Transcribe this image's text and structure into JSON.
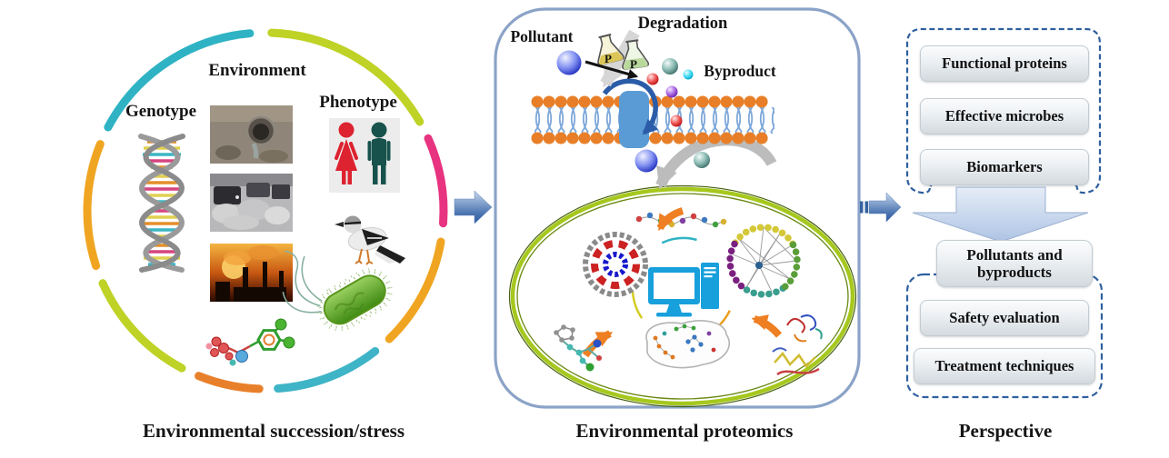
{
  "captions": {
    "left": "Environmental succession/stress",
    "middle": "Environmental proteomics",
    "right": "Perspective"
  },
  "left_circle": {
    "environment": "Environment",
    "genotype": "Genotype",
    "phenotype": "Phenotype"
  },
  "middle_box": {
    "pollutant": "Pollutant",
    "degradation": "Degradation",
    "byproduct": "Byproduct",
    "flasks": [
      "P",
      "P"
    ]
  },
  "right_panel": {
    "outcomes": [
      "Functional proteins",
      "Effective microbes",
      "Biomarkers"
    ],
    "pollutants_byproducts": "Pollutants and byproducts",
    "applications": [
      "Safety evaluation",
      "Treatment techniques"
    ]
  },
  "icons": {
    "dna-icon": "double helix",
    "people-icon": "woman and man silhouettes",
    "bird-icon": "shrike bird",
    "bacteria-icon": "rod bacterium with flagella",
    "molecule-icon": "chemical ball-and-stick structure",
    "flask-icon": "erlenmeyer flask",
    "membrane-icon": "lipid bilayer with channel protein",
    "computer-icon": "desktop computer",
    "genome-map-icon": "circular genome map",
    "network-icon": "correlation network",
    "pathway-icon": "metabolic pathway map",
    "protein-icon": "protein structures"
  },
  "palette": {
    "arc_teal": "#2fb3c4",
    "arc_green": "#bfd226",
    "arc_amber": "#f0a522",
    "arc_orange": "#e8802b",
    "arc_magenta": "#e73380",
    "box_border": "#8ba3c7",
    "dashed_border": "#2f5f9e",
    "membrane_orange": "#e87f28",
    "channel_blue": "#5b9bd5",
    "cell_green": "#a6c81e",
    "arrow_blue": "#3a68a8",
    "arrow_orange": "#ee7f22"
  }
}
